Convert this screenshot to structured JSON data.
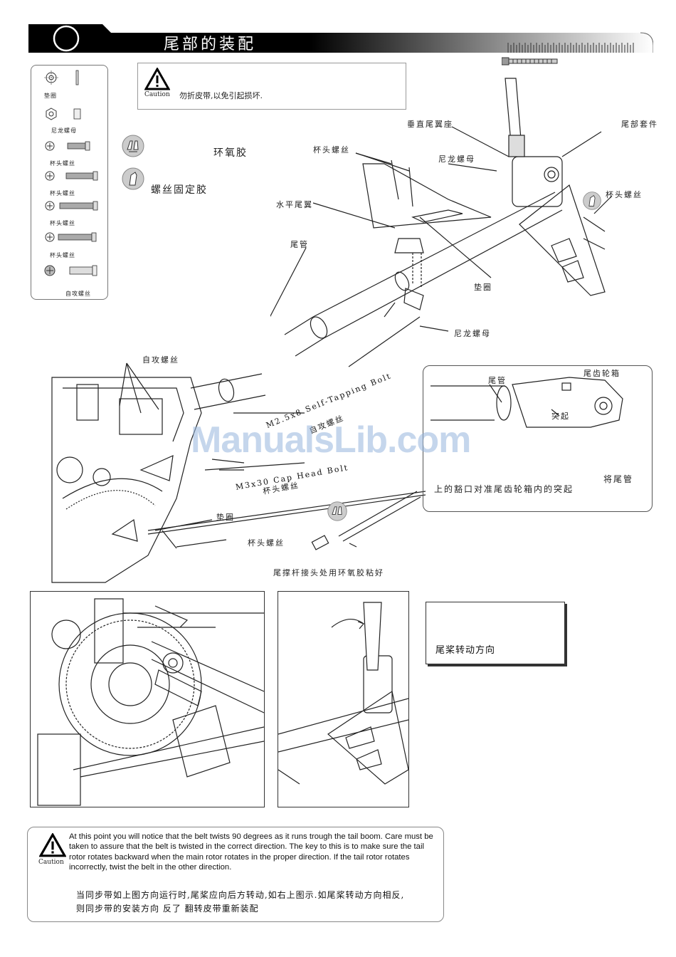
{
  "header": {
    "title": "尾部的装配",
    "colors": {
      "bar_start": "#000000",
      "bar_end": "#ffffff"
    }
  },
  "parts_list": {
    "items": [
      {
        "label": "垫圈",
        "icon": "washer-icon"
      },
      {
        "label": "尼龙螺母",
        "icon": "nylon-nut-icon"
      },
      {
        "label": "杯头螺丝",
        "icon": "cap-screw-icon"
      },
      {
        "label": "杯头螺丝",
        "icon": "cap-screw-icon"
      },
      {
        "label": "杯头螺丝",
        "icon": "cap-screw-icon"
      },
      {
        "label": "杯头螺丝",
        "icon": "cap-screw-icon"
      },
      {
        "label": "自攻螺丝",
        "icon": "self-tapping-screw-icon"
      }
    ]
  },
  "caution_top": {
    "word": "Caution",
    "text": "勿折皮带,以免引起损坏."
  },
  "legend": {
    "epoxy": "环氧胶",
    "threadlock": "螺丝固定胶"
  },
  "tail_diagram": {
    "labels": {
      "vertical_fin_mount": "垂直尾翼座",
      "tail_kit": "尾部套件",
      "cap_screw_1": "杯头螺丝",
      "nylon_nut_1": "尼龙螺母",
      "cap_screw_2": "杯头螺丝",
      "horizontal_fin": "水平尾翼",
      "tail_boom": "尾管",
      "washer": "垫圈",
      "nylon_nut_2": "尼龙螺母"
    }
  },
  "frame_diagram": {
    "labels": {
      "self_tapping": "自攻螺丝",
      "bolt_1_en": "M2.5x8 Self-Tapping Bolt",
      "bolt_1_cn": "自攻螺丝",
      "bolt_2_en": "M3x30 Cap Head Bolt",
      "bolt_2_cn": "杯头螺丝",
      "washer": "垫圈",
      "cap_screw": "杯头螺丝",
      "strut_note": "尾撑杆接头处用环氧胶粘好"
    }
  },
  "inset": {
    "tail_boom": "尾管",
    "gear_box": "尾齿轮箱",
    "bump": "突起",
    "note_line1": "将尾管",
    "note_line2": "上的豁口对准尾齿轮箱内的突起"
  },
  "direction_box": {
    "text": "尾桨转动方向"
  },
  "caution_bottom": {
    "word": "Caution",
    "english": "At this point you will notice that the belt twists 90 degrees as it runs trough the tail boom. Care must be taken to assure that the belt is twisted in the correct direction. The key to this is to make sure the tail rotor rotates backward when the main rotor rotates in the proper direction. If the tail rotor rotates incorrectly,  twist the belt in the other direction.",
    "chinese_line1": "当同步带如上图方向运行时,尾桨应向后方转动,如右上图示.如尾桨转动方向相反,",
    "chinese_line2": "则同步带的安装方向 反了    翻转皮带重新装配"
  },
  "watermark": "ManualsLib.com"
}
